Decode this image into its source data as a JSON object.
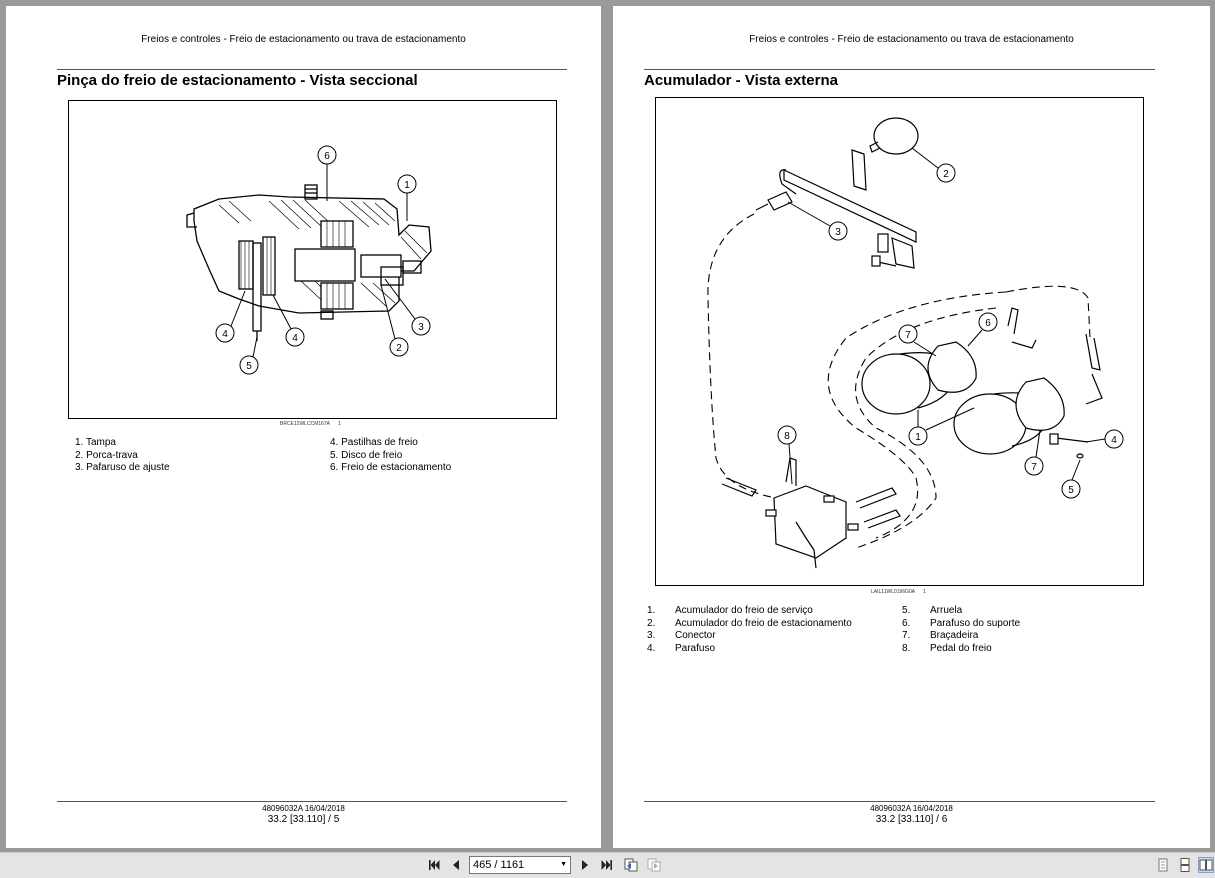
{
  "left_page": {
    "header": "Freios e controles - Freio de estacionamento ou trava de estacionamento",
    "title": "Pinça do freio de estacionamento - Vista seccional",
    "figure_ref": "BRCE12WLCCM167A",
    "figure_num": "1",
    "callouts": [
      "1",
      "2",
      "3",
      "4",
      "4",
      "5",
      "6"
    ],
    "legend_left": [
      {
        "num": "1.",
        "text": "Tampa"
      },
      {
        "num": "2.",
        "text": "Porca-trava"
      },
      {
        "num": "3.",
        "text": "Pafaruso de ajuste"
      }
    ],
    "legend_right": [
      {
        "num": "4.",
        "text": "Pastilhas de freio"
      },
      {
        "num": "5.",
        "text": "Disco de freio"
      },
      {
        "num": "6.",
        "text": "Freio de estacionamento"
      }
    ],
    "footer_doc": "48096032A 16/04/2018",
    "footer_page": "33.2 [33.110] / 5"
  },
  "right_page": {
    "header": "Freios e controles - Freio de estacionamento ou trava de estacionamento",
    "title": "Acumulador - Vista externa",
    "figure_ref": "LAIL11WL0196G0A",
    "figure_num": "1",
    "callouts": [
      "1",
      "2",
      "3",
      "4",
      "5",
      "6",
      "7",
      "7",
      "8"
    ],
    "legend_left": [
      {
        "num": "1.",
        "text": "Acumulador do freio de serviço"
      },
      {
        "num": "2.",
        "text": "Acumulador do freio de estacionamento"
      },
      {
        "num": "3.",
        "text": "Conector"
      },
      {
        "num": "4.",
        "text": "Parafuso"
      }
    ],
    "legend_right": [
      {
        "num": "5.",
        "text": "Arruela"
      },
      {
        "num": "6.",
        "text": "Parafuso do suporte"
      },
      {
        "num": "7.",
        "text": "Braçadeira"
      },
      {
        "num": "8.",
        "text": "Pedal do freio"
      }
    ],
    "footer_doc": "48096032A 16/04/2018",
    "footer_page": "33.2 [33.110] / 6"
  },
  "toolbar": {
    "page_indicator": "465 / 1161",
    "icons": [
      "first-page-icon",
      "previous-page-icon",
      "next-page-icon",
      "last-page-icon",
      "go-back-icon",
      "go-forward-icon",
      "single-page-view-icon",
      "continuous-view-icon",
      "two-page-view-icon"
    ]
  }
}
